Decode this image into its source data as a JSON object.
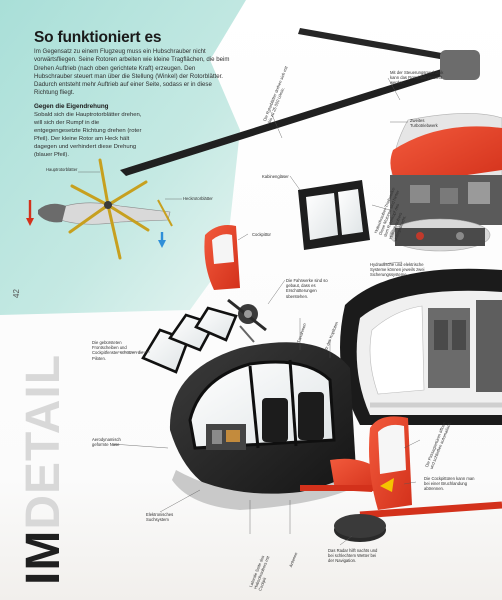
{
  "article": {
    "title": "So funktioniert es",
    "intro": "Im Gegensatz zu einem Flugzeug muss ein Hubschrauber nicht vorwärtsfliegen. Seine Rotoren arbeiten wie kleine Tragflächen, die beim Drehen Auftrieb (nach oben gerichtete Kraft) erzeugen. Den Hubschrauber steuert man über die Stellung (Winkel) der Rotorblätter. Dadurch entsteht mehr Auftrieb auf einer Seite, sodass er in diese Richtung fliegt.",
    "subheading": "Gegen die Eigendrehung",
    "subtext": "Sobald sich die Hauptrotorblätter drehen, will sich der Rumpf in die entgegengesetzte Richtung drehen (roter Pfeil). Der kleine Rotor am Heck hält dagegen und verhindert diese Drehung (blauer Pfeil)."
  },
  "page_number": "42",
  "section_mark": {
    "word1": "IM",
    "word2": "DETAIL"
  },
  "small_diagram": {
    "main_rotor_label": "Hauptrotorblätter",
    "tail_rotor_label": "Heckrotorblätter"
  },
  "callouts": {
    "rotor_blades": "Die Rotorblätter drehen sich mit bis zu 25 000 U/min.",
    "controls": "Mit der Steuerungsmechanik kann das Rotorblatt verstellt werden.",
    "turbine": "Zweites Turbotriebwerk",
    "cabin_glass": "Kabinengläser",
    "cockpit": "Cockpittür",
    "engines": "Hubschrauber-Triebwerke: Diese Motoren sind hinter dem Rotorkopf des Hubschraubers untergebracht.",
    "windows": "Die Fahrwerke sind so gebaut, dass es Erschütterungen überstehen.",
    "hydraulics": "Hydraulische und elektrische Systeme können jeweils zwei Sicherungssysteme.",
    "windshield": "Die gebürsteten Frontscheiben und Cockpitfenster schützen die Piloten.",
    "door_frame": "Türrahmen",
    "seat": "Sitz des Kopiloten",
    "nose": "Aerodynamisch geformte Nase",
    "electronics": "Elektronisches Suchsystem",
    "pilot_seat": "Laterale Seite des Hubschraubers mit Cockpit",
    "antenna": "Antenne",
    "passenger_door": "Die Passagiertüren öffnen und schließen automatisch.",
    "cockpit_door": "Die Cockpittüren kann man bei einer Bruchlandung abtrennen.",
    "radar": "Das Radar hilft nachts und bei schlechtem Wetter bei der Navigation."
  }
}
